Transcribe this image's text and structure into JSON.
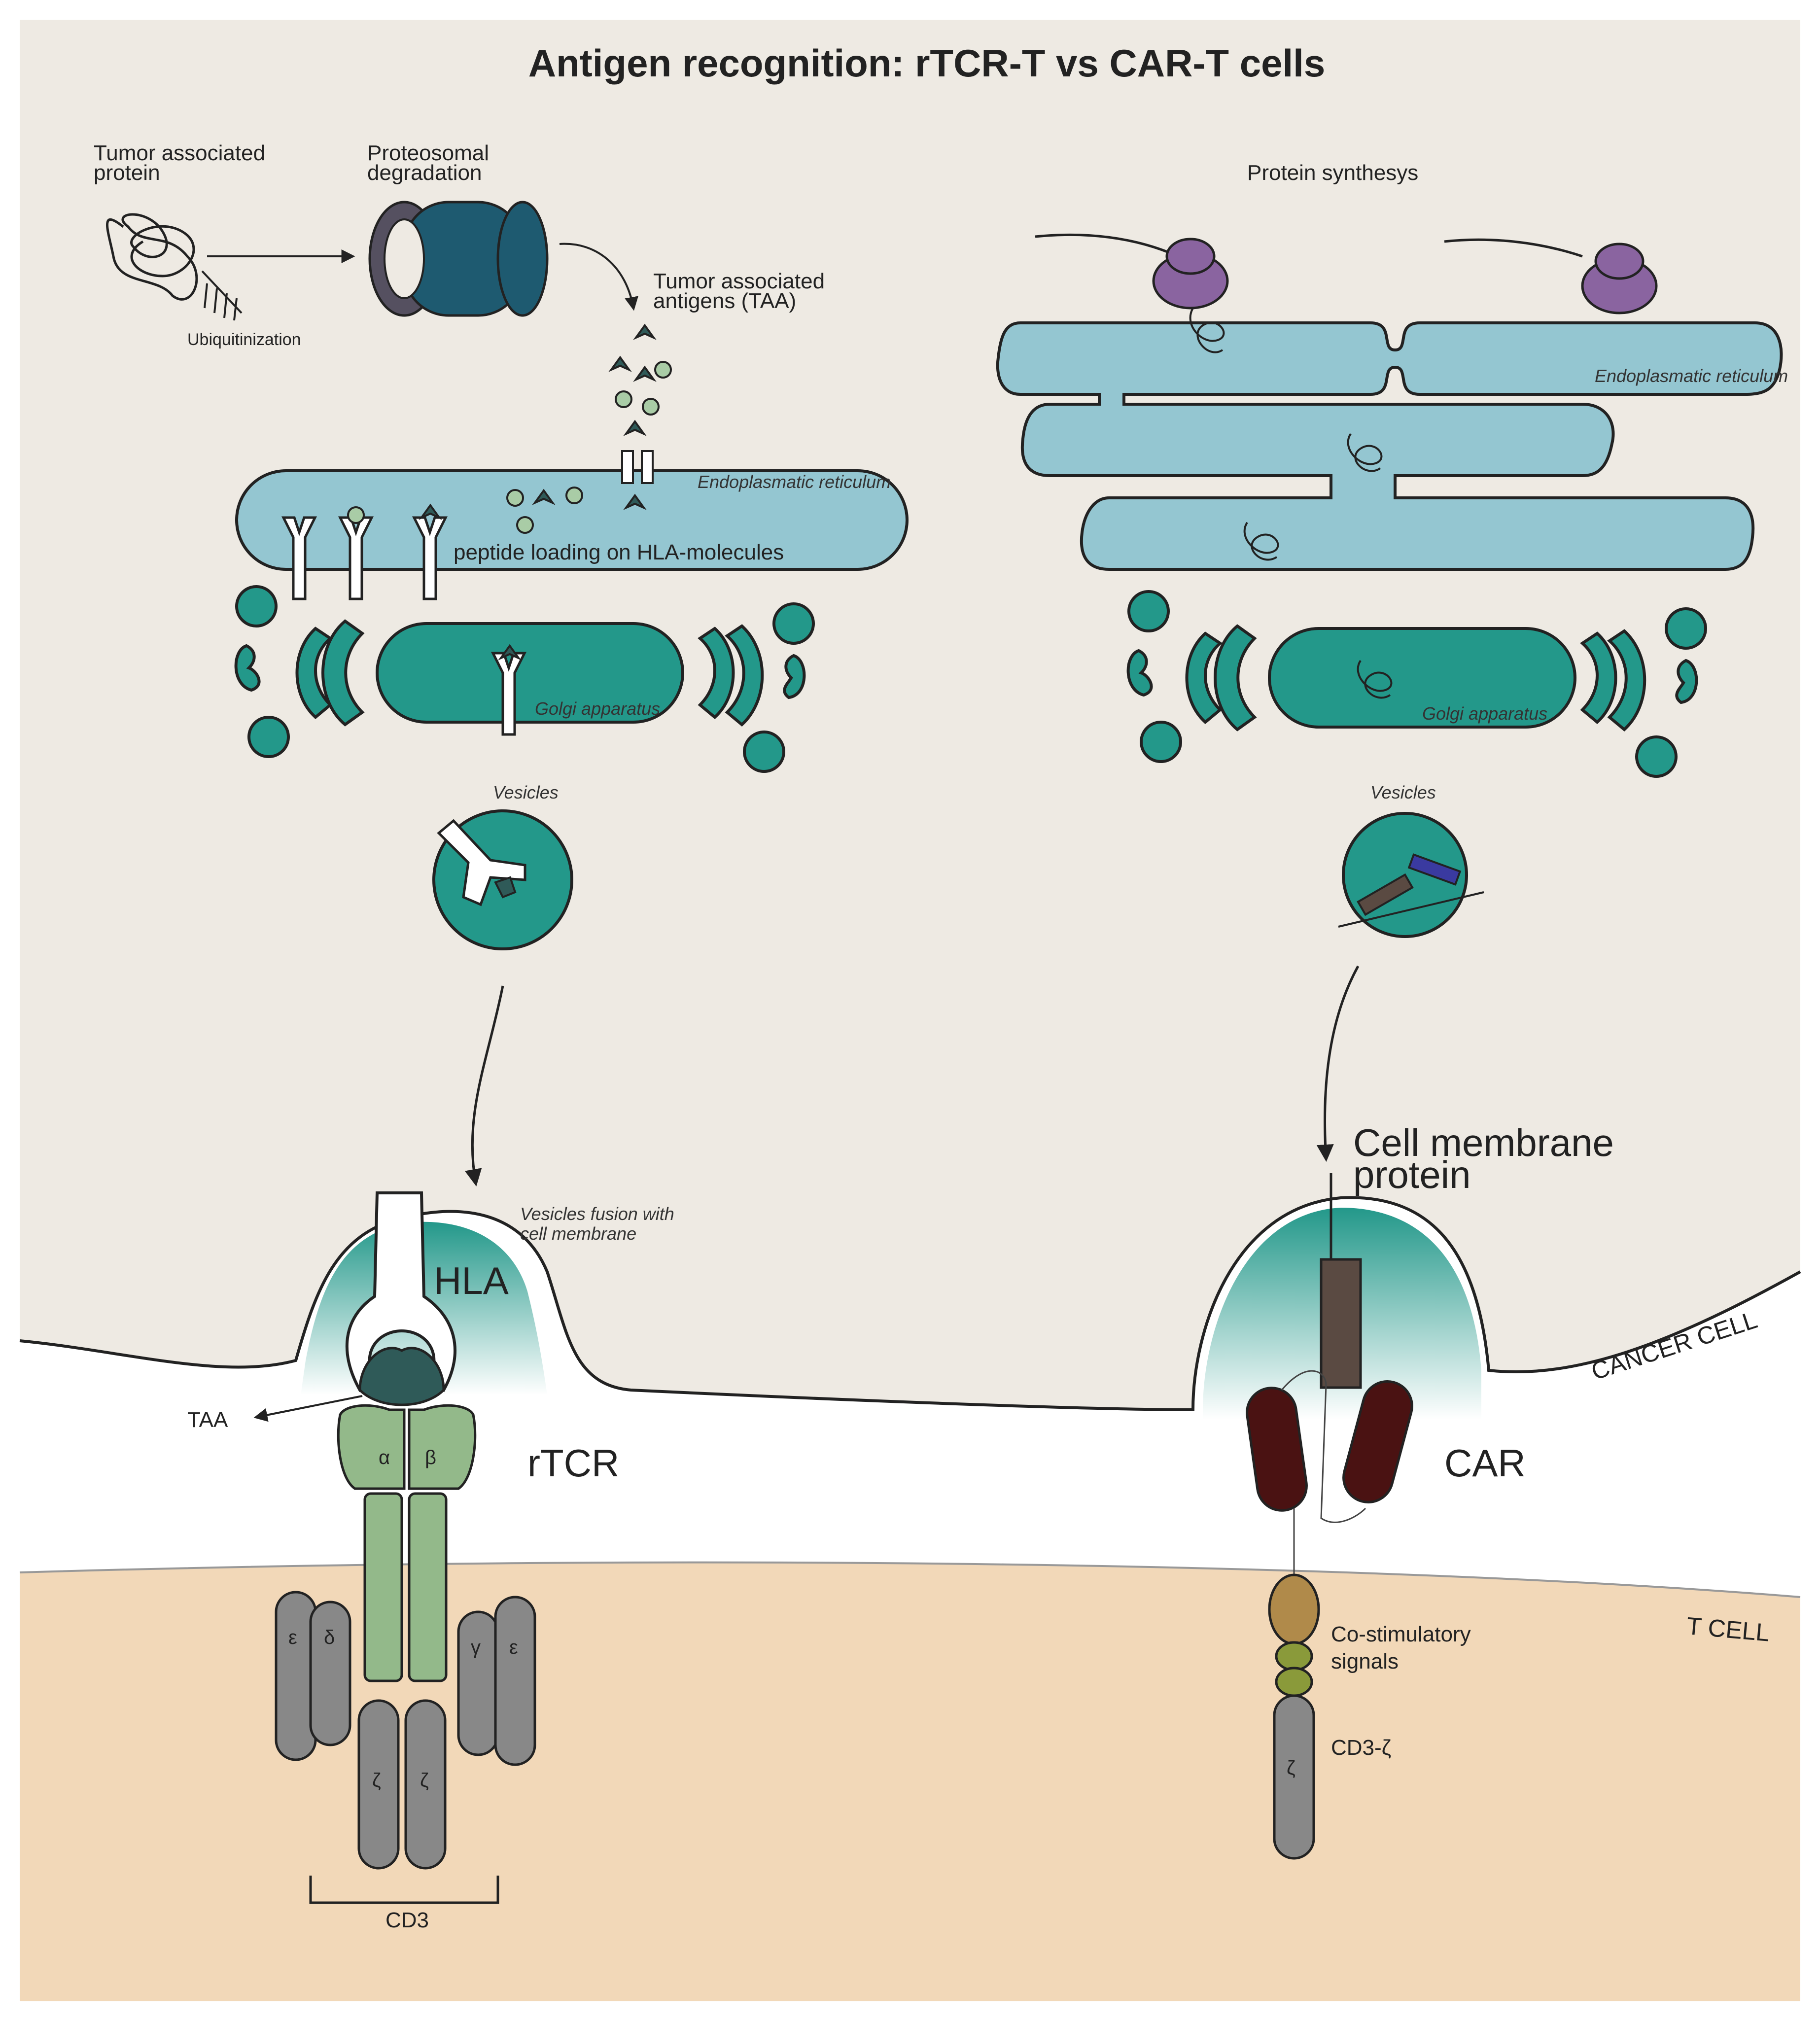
{
  "title": "Antigen recognition: rTCR-T vs CAR-T cells",
  "left": {
    "tumor_protein": [
      "Tumor associated",
      "protein"
    ],
    "ubiquitinization": "Ubiquitinization",
    "proteasome": [
      "Proteosomal",
      "degradation"
    ],
    "taa": [
      "Tumor associated",
      "antigens (TAA)"
    ],
    "er": "Endoplasmatic reticulum",
    "peptide_loading": "peptide loading on HLA-molecules",
    "golgi": "Golgi apparatus",
    "vesicles": "Vesicles",
    "fusion": [
      "Vesicles fusion with",
      "cell membrane"
    ],
    "hla": "HLA",
    "taa_short": "TAA",
    "rtcr": "rTCR",
    "alpha": "α",
    "beta": "β",
    "epsilon": "ε",
    "delta": "δ",
    "gamma": "γ",
    "zeta": "ζ",
    "cd3": "CD3"
  },
  "right": {
    "synthesis": "Protein synthesys",
    "er": "Endoplasmatic reticulum",
    "golgi": "Golgi apparatus",
    "vesicles": "Vesicles",
    "membrane_protein": [
      "Cell membrane",
      "protein"
    ],
    "car": "CAR",
    "costim": [
      "Co-stimulatory",
      "signals"
    ],
    "cd3z": "CD3-ζ",
    "zeta": "ζ"
  },
  "cancer_cell": "CANCER CELL",
  "t_cell": "T CELL",
  "colors": {
    "cancer_bg": "#eeeae3",
    "t_cell_bg": "#f2d8b8",
    "er": "#94c6d1",
    "golgi": "#23988a",
    "proteasome": "#1e5a70",
    "ribosome": "#8a64a0",
    "tcr": "#93b98a",
    "cd3": "#888888",
    "car": "#4a1212",
    "costim": "#b08a4a"
  }
}
